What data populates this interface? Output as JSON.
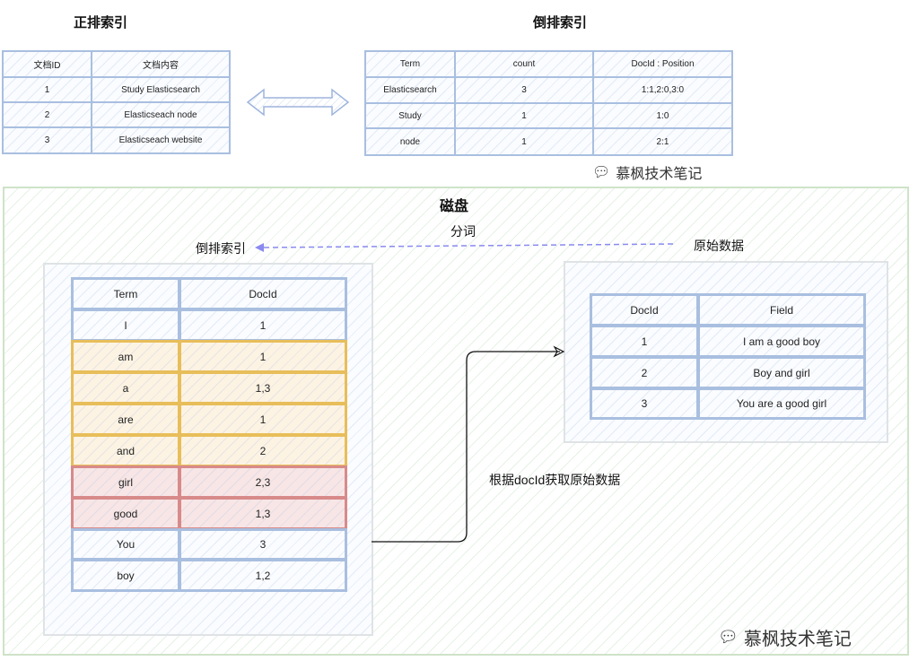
{
  "forward_index": {
    "title": "正排索引",
    "headers": [
      "文档ID",
      "文档内容"
    ],
    "rows": [
      [
        "1",
        "Study Elasticsearch"
      ],
      [
        "2",
        "Elasticseach node"
      ],
      [
        "3",
        "Elasticseach website"
      ]
    ]
  },
  "inverted_index_top": {
    "title": "倒排索引",
    "headers": [
      "Term",
      "count",
      "DocId : Position"
    ],
    "rows": [
      [
        "Elasticsearch",
        "3",
        "1:1,2:0,3:0"
      ],
      [
        "Study",
        "1",
        "1:0"
      ],
      [
        "node",
        "1",
        "2:1"
      ]
    ]
  },
  "disk": {
    "title": "磁盘",
    "tokenize_label": "分词",
    "inverted_label": "倒排索引",
    "raw_label": "原始数据",
    "fetch_label": "根据docId获取原始数据",
    "inverted_table": {
      "headers": [
        "Term",
        "DocId"
      ],
      "rows": [
        [
          "I",
          "1",
          "blue"
        ],
        [
          "am",
          "1",
          "orange"
        ],
        [
          "a",
          "1,3",
          "orange"
        ],
        [
          "are",
          "1",
          "orange"
        ],
        [
          "and",
          "2",
          "orange"
        ],
        [
          "girl",
          "2,3",
          "red"
        ],
        [
          "good",
          "1,3",
          "red"
        ],
        [
          "You",
          "3",
          "blue"
        ],
        [
          "boy",
          "1,2",
          "blue"
        ]
      ]
    },
    "raw_table": {
      "headers": [
        "DocId",
        "Field"
      ],
      "rows": [
        [
          "1",
          "I am a good boy"
        ],
        [
          "2",
          "Boy and  girl"
        ],
        [
          "3",
          "You are a good girl"
        ]
      ]
    }
  },
  "watermark": "慕枫技术笔记",
  "colors": {
    "table_border": "#a9bfe0",
    "highlight_orange": "#e8be5a",
    "highlight_red": "#d88a8a",
    "disk_border": "#cfe3c8",
    "dashed_arrow": "#8a8af0"
  }
}
